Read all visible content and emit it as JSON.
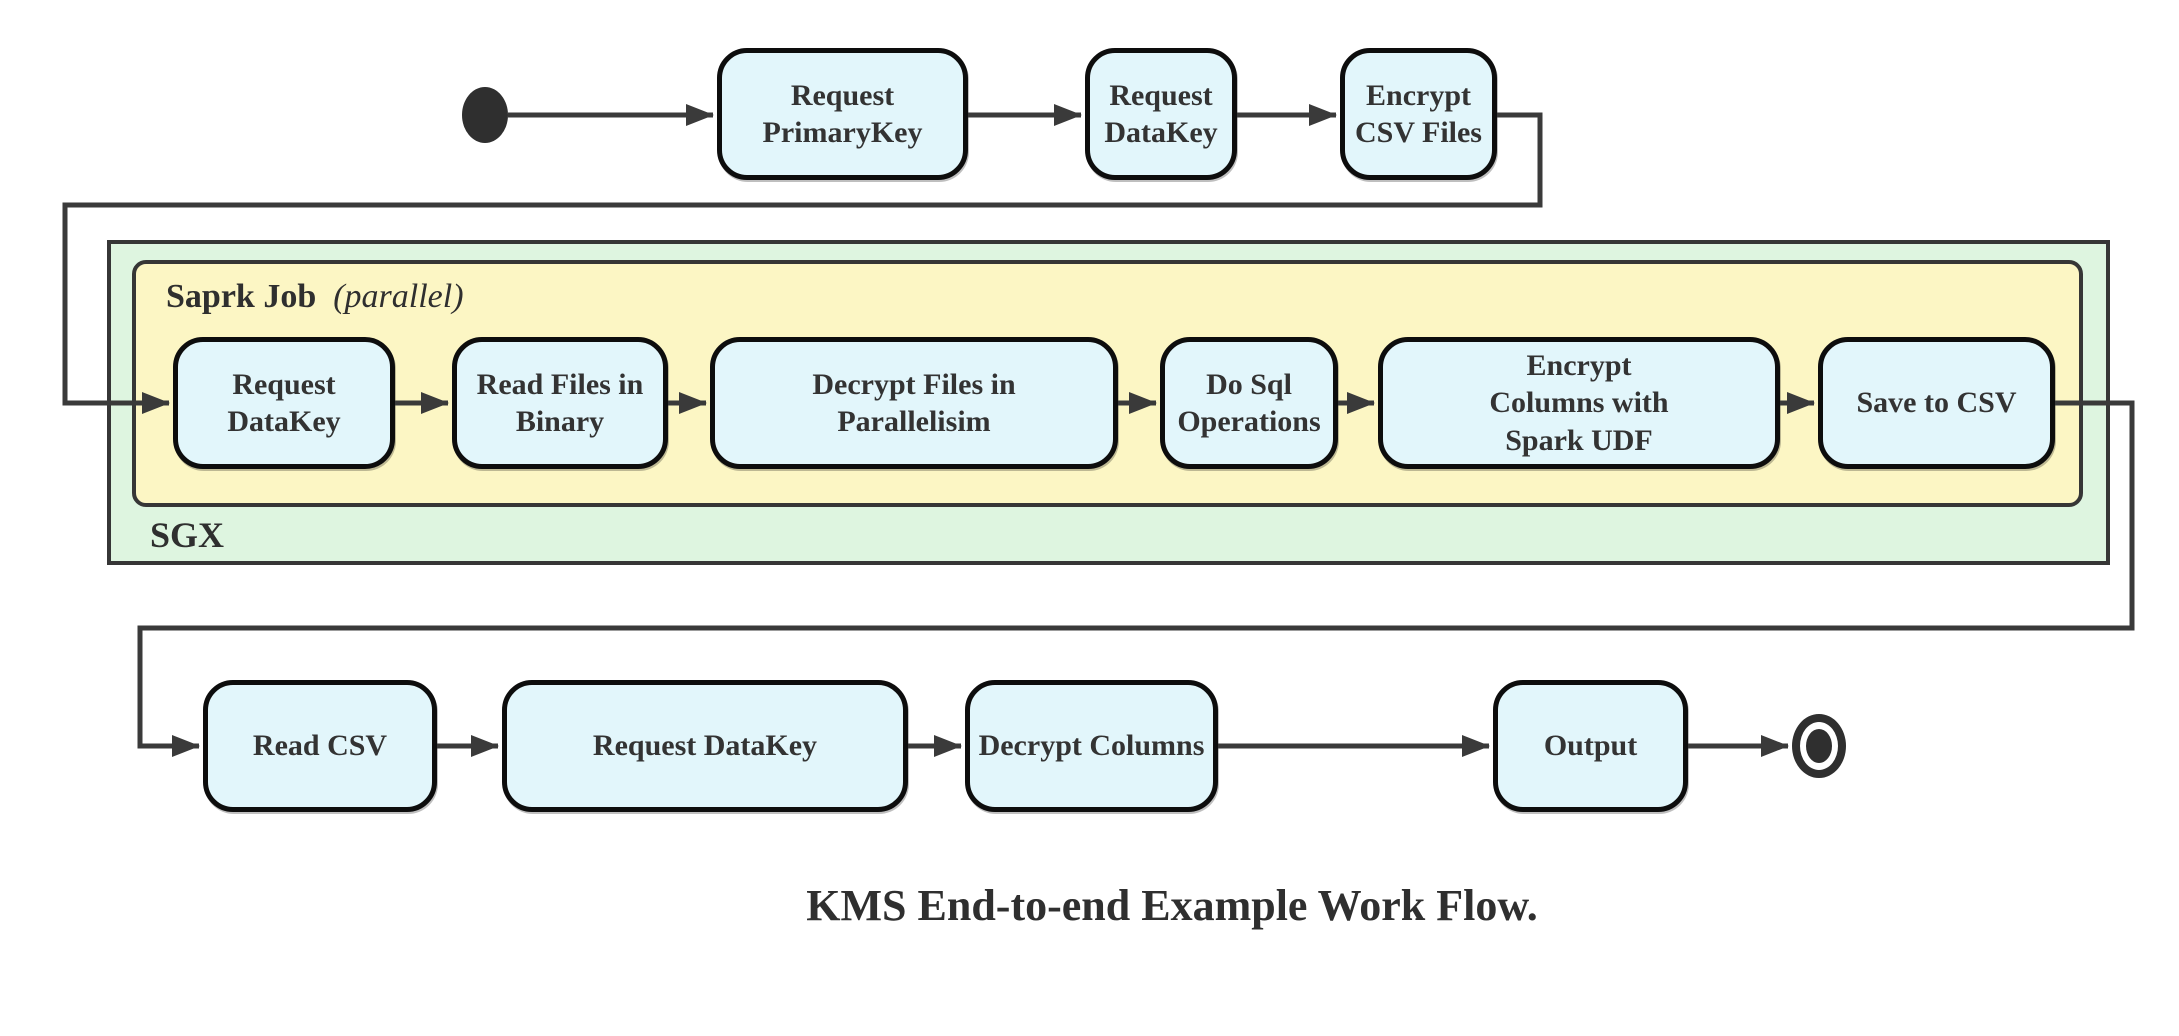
{
  "diagram": {
    "caption": "KMS End-to-end Example Work Flow.",
    "containers": {
      "sgx_label": "SGX",
      "spark_label": "Saprk Job",
      "spark_label_suffix": "(parallel)"
    },
    "nodes": {
      "top": [
        {
          "label": "Request PrimaryKey"
        },
        {
          "label": "Request DataKey"
        },
        {
          "label": "Encrypt CSV Files"
        }
      ],
      "spark": [
        {
          "label": "Request DataKey"
        },
        {
          "label": "Read Files in Binary"
        },
        {
          "label": "Decrypt Files in Parallelisim"
        },
        {
          "label": "Do Sql Operations"
        },
        {
          "label": "Encrypt Columns with Spark UDF"
        },
        {
          "label": "Save to CSV"
        }
      ],
      "bottom": [
        {
          "label": "Read CSV"
        },
        {
          "label": "Request DataKey"
        },
        {
          "label": "Decrypt Columns"
        },
        {
          "label": "Output"
        }
      ]
    },
    "symbols": {
      "start": "initial-state",
      "end": "final-state"
    },
    "colors": {
      "node_fill": "#e2f6fb",
      "node_border": "#0d0d0d",
      "spark_container_fill": "#fcf6c4",
      "sgx_container_fill": "#def5e0",
      "container_border": "#363636",
      "edge": "#3a3a3a",
      "text": "#333333"
    }
  }
}
